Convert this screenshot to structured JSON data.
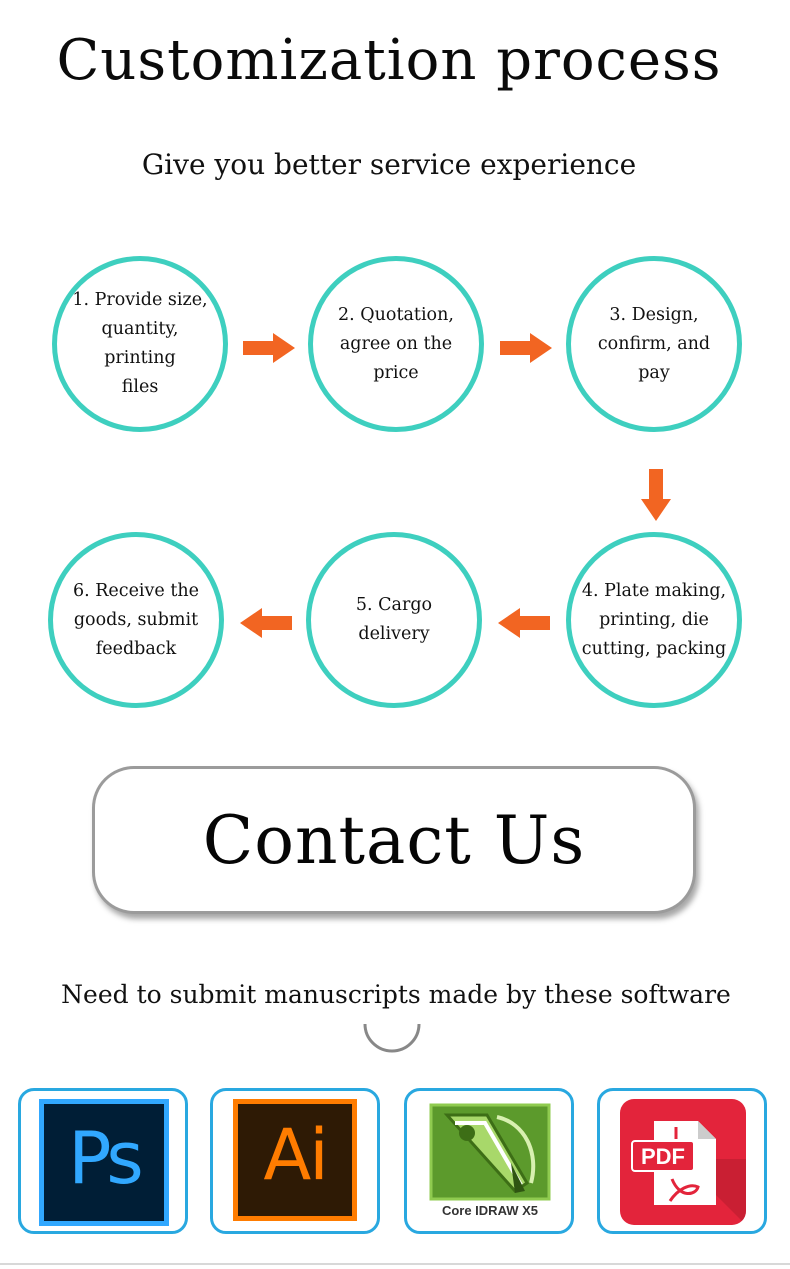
{
  "header": {
    "title": "Customization process",
    "subtitle": "Give you better service experience"
  },
  "steps": [
    {
      "lines": [
        "1. Provide size,",
        "quantity, printing",
        "files"
      ]
    },
    {
      "lines": [
        "2. Quotation,",
        "agree on the",
        "price"
      ]
    },
    {
      "lines": [
        "3. Design,",
        "confirm, and",
        "pay"
      ]
    },
    {
      "lines": [
        "4. Plate making,",
        "printing, die",
        "cutting, packing"
      ]
    },
    {
      "lines": [
        "5. Cargo delivery"
      ]
    },
    {
      "lines": [
        "6. Receive the",
        "goods, submit",
        "feedback"
      ]
    }
  ],
  "colors": {
    "circle_border": "#3ecfbf",
    "arrow": "#f26522",
    "software_border": "#29a8e0"
  },
  "contact": {
    "label": "Contact Us"
  },
  "software": {
    "intro": "Need to submit manuscripts made by these software",
    "items": [
      {
        "name": "photoshop-icon",
        "label": "Ps"
      },
      {
        "name": "illustrator-icon",
        "label": "Ai"
      },
      {
        "name": "coreldraw-icon",
        "label": "Core IDRAW X5"
      },
      {
        "name": "pdf-icon",
        "label": "PDF"
      }
    ]
  }
}
